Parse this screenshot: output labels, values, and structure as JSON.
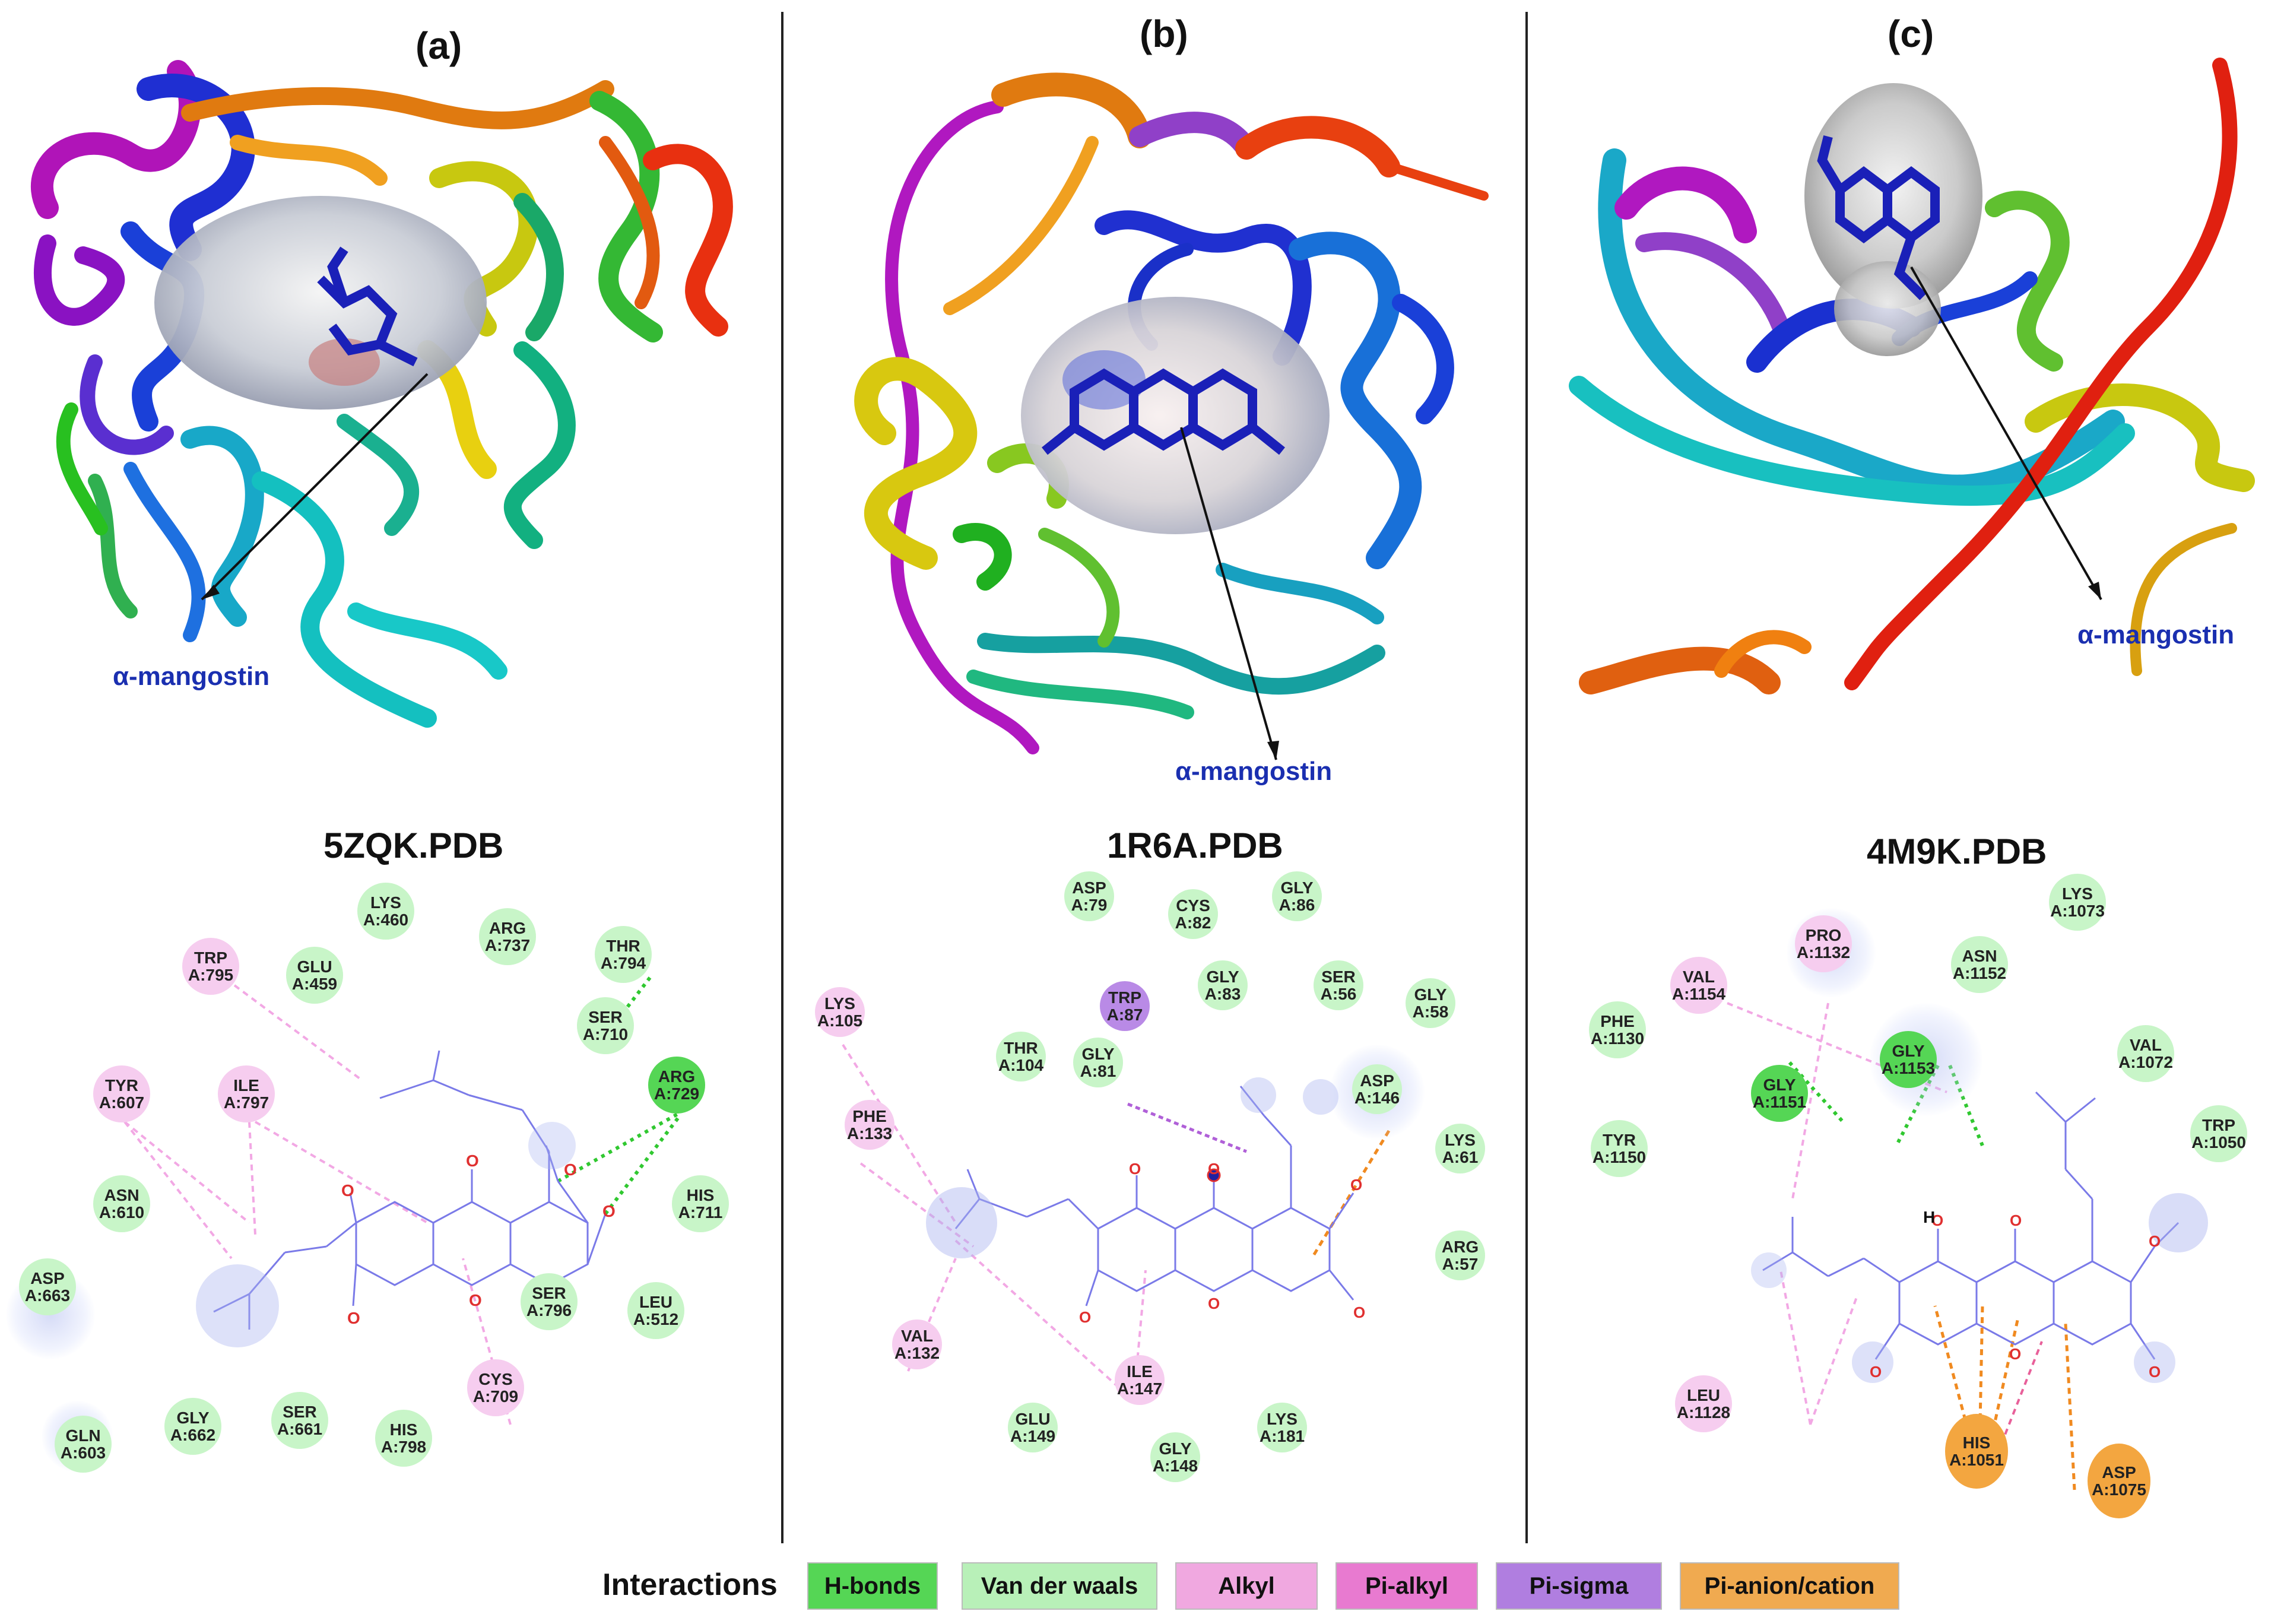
{
  "panels": [
    {
      "label": "(a)",
      "pdb": "5ZQK.PDB",
      "ligand": "α-mangostin"
    },
    {
      "label": "(b)",
      "pdb": "1R6A.PDB",
      "ligand": "α-mangostin"
    },
    {
      "label": "(c)",
      "pdb": "4M9K.PDB",
      "ligand": "α-mangostin"
    }
  ],
  "residues_a": [
    {
      "n": "LYS",
      "id": "A:460",
      "t": "vdw"
    },
    {
      "n": "ARG",
      "id": "A:737",
      "t": "vdw"
    },
    {
      "n": "THR",
      "id": "A:794",
      "t": "vdw"
    },
    {
      "n": "TRP",
      "id": "A:795",
      "t": "alkyl"
    },
    {
      "n": "GLU",
      "id": "A:459",
      "t": "vdw"
    },
    {
      "n": "SER",
      "id": "A:710",
      "t": "vdw"
    },
    {
      "n": "ARG",
      "id": "A:729",
      "t": "hbond"
    },
    {
      "n": "TYR",
      "id": "A:607",
      "t": "alkyl"
    },
    {
      "n": "ILE",
      "id": "A:797",
      "t": "alkyl"
    },
    {
      "n": "ASN",
      "id": "A:610",
      "t": "vdw"
    },
    {
      "n": "HIS",
      "id": "A:711",
      "t": "vdw"
    },
    {
      "n": "ASP",
      "id": "A:663",
      "t": "vdw"
    },
    {
      "n": "SER",
      "id": "A:796",
      "t": "vdw"
    },
    {
      "n": "LEU",
      "id": "A:512",
      "t": "vdw"
    },
    {
      "n": "CYS",
      "id": "A:709",
      "t": "alkyl"
    },
    {
      "n": "GLN",
      "id": "A:603",
      "t": "vdw"
    },
    {
      "n": "GLY",
      "id": "A:662",
      "t": "vdw"
    },
    {
      "n": "SER",
      "id": "A:661",
      "t": "vdw"
    },
    {
      "n": "HIS",
      "id": "A:798",
      "t": "vdw"
    }
  ],
  "residues_b": [
    {
      "n": "ASP",
      "id": "A:79",
      "t": "vdw"
    },
    {
      "n": "CYS",
      "id": "A:82",
      "t": "vdw"
    },
    {
      "n": "GLY",
      "id": "A:86",
      "t": "vdw"
    },
    {
      "n": "LYS",
      "id": "A:105",
      "t": "alkyl"
    },
    {
      "n": "TRP",
      "id": "A:87",
      "t": "pisigma"
    },
    {
      "n": "GLY",
      "id": "A:83",
      "t": "vdw"
    },
    {
      "n": "SER",
      "id": "A:56",
      "t": "vdw"
    },
    {
      "n": "GLY",
      "id": "A:58",
      "t": "vdw"
    },
    {
      "n": "THR",
      "id": "A:104",
      "t": "vdw"
    },
    {
      "n": "GLY",
      "id": "A:81",
      "t": "vdw"
    },
    {
      "n": "ASP",
      "id": "A:146",
      "t": "vdw"
    },
    {
      "n": "PHE",
      "id": "A:133",
      "t": "alkyl"
    },
    {
      "n": "LYS",
      "id": "A:61",
      "t": "vdw"
    },
    {
      "n": "ARG",
      "id": "A:57",
      "t": "vdw"
    },
    {
      "n": "VAL",
      "id": "A:132",
      "t": "alkyl"
    },
    {
      "n": "ILE",
      "id": "A:147",
      "t": "alkyl"
    },
    {
      "n": "GLU",
      "id": "A:149",
      "t": "vdw"
    },
    {
      "n": "LYS",
      "id": "A:181",
      "t": "vdw"
    },
    {
      "n": "GLY",
      "id": "A:148",
      "t": "vdw"
    }
  ],
  "residues_c": [
    {
      "n": "LYS",
      "id": "A:1073",
      "t": "vdw"
    },
    {
      "n": "PRO",
      "id": "A:1132",
      "t": "alkyl"
    },
    {
      "n": "ASN",
      "id": "A:1152",
      "t": "vdw"
    },
    {
      "n": "VAL",
      "id": "A:1154",
      "t": "alkyl"
    },
    {
      "n": "PHE",
      "id": "A:1130",
      "t": "vdw"
    },
    {
      "n": "GLY",
      "id": "A:1153",
      "t": "hbond"
    },
    {
      "n": "VAL",
      "id": "A:1072",
      "t": "vdw"
    },
    {
      "n": "GLY",
      "id": "A:1151",
      "t": "hbond"
    },
    {
      "n": "TRP",
      "id": "A:1050",
      "t": "vdw"
    },
    {
      "n": "TYR",
      "id": "A:1150",
      "t": "vdw"
    },
    {
      "n": "LEU",
      "id": "A:1128",
      "t": "alkyl"
    },
    {
      "n": "HIS",
      "id": "A:1051",
      "t": "pianion"
    },
    {
      "n": "ASP",
      "id": "A:1075",
      "t": "pianion"
    }
  ],
  "legend": {
    "title": "Interactions",
    "items": [
      {
        "label": "H-bonds",
        "color": "#55d655"
      },
      {
        "label": "Van der waals",
        "color": "#b8f0b8"
      },
      {
        "label": "Alkyl",
        "color": "#f0a8e0"
      },
      {
        "label": "Pi-alkyl",
        "color": "#e87ad0"
      },
      {
        "label": "Pi-sigma",
        "color": "#b07ee0"
      },
      {
        "label": "Pi-anion/cation",
        "color": "#f0aa50"
      }
    ]
  },
  "atom_labels": {
    "o": "O",
    "h": "H"
  },
  "colors": {
    "hbond": "#55d655",
    "vdw": "#c8f5c8",
    "alkyl": "#f6cdef",
    "pisigma": "#b98ae6",
    "pianion": "#f3a640",
    "ligand": "#7a7ae8",
    "oxygen": "#e03030"
  }
}
